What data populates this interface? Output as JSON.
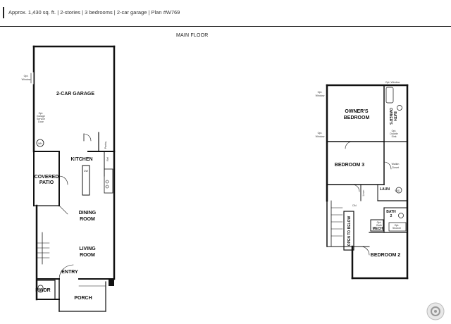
{
  "header": {
    "summary": "Approx. 1,430 sq. ft. | 2-stories | 3 bedrooms | 2-car garage | Plan #W769"
  },
  "floor_title": "MAIN FLOOR",
  "main_floor": {
    "garage": "2-CAR GARAGE",
    "garage_window": [
      "Opt.",
      "Window"
    ],
    "garage_service_door": [
      "Opt.",
      "Garage",
      "Service",
      "Door"
    ],
    "kitchen": "KITCHEN",
    "covered_patio": [
      "COVERED",
      "PATIO"
    ],
    "dining_room": [
      "DINING",
      "ROOM"
    ],
    "living_room": [
      "LIVING",
      "ROOM"
    ],
    "entry": "ENTRY",
    "porch": "PORCH",
    "powder": "PWDR",
    "pantry": "Pantry",
    "ref": "Ref",
    "dw": "DW",
    "wh": "WH"
  },
  "upper_floor": {
    "owners_bedroom": [
      "OWNER'S",
      "BEDROOM"
    ],
    "owners_bath": [
      "OWNER'S",
      "BATH"
    ],
    "bedroom_3": "BEDROOM 3",
    "bedroom_2": "BEDROOM 2",
    "walkin_closet": [
      "Walkin",
      "Closet"
    ],
    "laun": "LAUN",
    "wd": "W/D",
    "bath_2": [
      "BATH",
      "2"
    ],
    "mech": "MECH",
    "open_to_below": "OPEN TO BELOW",
    "linen": "Linen",
    "opt_window_top": "Opt. Window",
    "opt_window_left_1": [
      "Opt.",
      "Window"
    ],
    "opt_window_left_2": [
      "Opt.",
      "Window"
    ],
    "opt_double_sink": [
      "Opt.",
      "Double",
      "Sink"
    ],
    "opt_shower": [
      "Opt.",
      "Shower"
    ],
    "opt_bath": [
      "Opt.",
      "Bath"
    ],
    "dn": "DN"
  }
}
